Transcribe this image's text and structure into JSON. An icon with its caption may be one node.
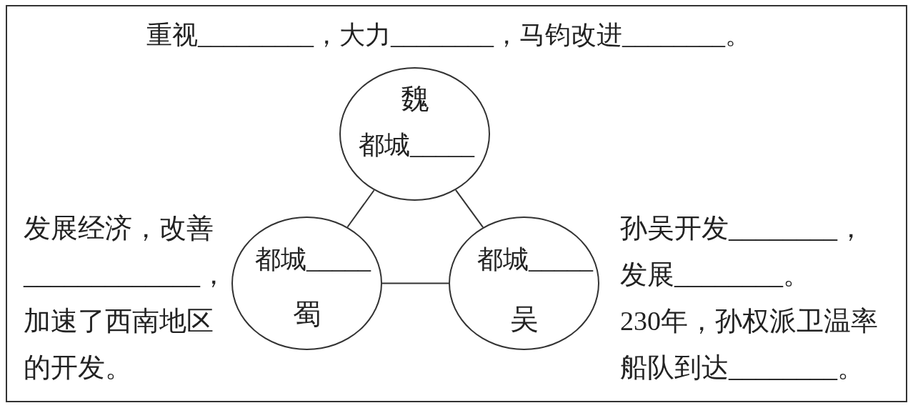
{
  "diagram": {
    "nodes": [
      {
        "text": [
          "重视_________，大力________，马钧改进________。",
          "发展经济，改善_____________，加速了西南地区的开发。",
          "孙吴开发________，发展________。",
          "230年，孙权派卫温率船队到达________。"
        ]
      },
      {
        "text": [
          "魏",
          "都城_____"
        ],
        "in": 0
      },
      {
        "text": [
          "都城_____",
          "蜀"
        ],
        "in": 0
      },
      {
        "text": [
          "都城_____",
          "吴"
        ],
        "in": 0
      }
    ],
    "edges": [
      {
        "from": 1,
        "to": 2,
        "arrow": "none"
      },
      {
        "from": 1,
        "to": 3,
        "arrow": "none"
      },
      {
        "from": 2,
        "to": 3,
        "arrow": "none"
      }
    ]
  }
}
